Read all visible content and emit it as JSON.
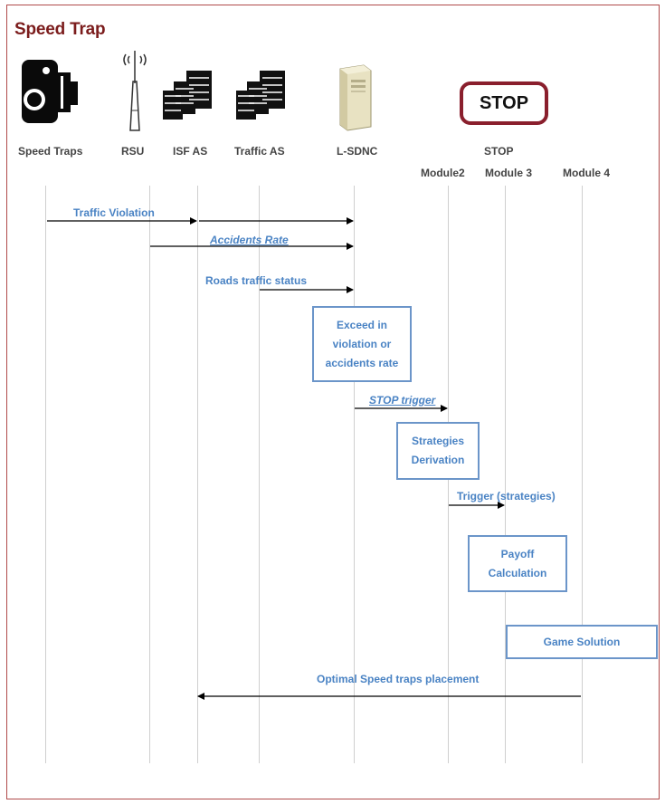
{
  "title": "Speed Trap",
  "stop_sign_text": "STOP",
  "entities": [
    {
      "label": "Speed Traps",
      "icon": "speed-camera-icon"
    },
    {
      "label": "RSU",
      "icon": "antenna-icon"
    },
    {
      "label": "ISF AS",
      "icon": "server-rack-icon"
    },
    {
      "label": "Traffic AS",
      "icon": "server-rack-icon"
    },
    {
      "label": "L-SDNC",
      "icon": "desktop-tower-icon"
    },
    {
      "label": "STOP",
      "icon": "stop-sign-icon"
    }
  ],
  "modules": [
    "Module2",
    "Module 3",
    "Module 4"
  ],
  "messages": [
    {
      "text": "Traffic Violation",
      "from": "Speed Traps",
      "to": "L-SDNC",
      "style": "normal"
    },
    {
      "text": "Accidents Rate",
      "from": "RSU",
      "to": "L-SDNC",
      "style": "italic-underline"
    },
    {
      "text": "Roads traffic status",
      "from": "Traffic AS",
      "to": "L-SDNC",
      "style": "normal"
    },
    {
      "text": "STOP trigger",
      "from": "L-SDNC",
      "to": "Module2",
      "style": "italic-underline"
    },
    {
      "text": "Trigger (strategies)",
      "from": "Module2",
      "to": "Module 3",
      "style": "normal"
    },
    {
      "text": "Optimal Speed traps placement",
      "from": "Module 4",
      "to": "ISF AS",
      "style": "normal"
    }
  ],
  "activities": [
    {
      "lines": [
        "Exceed in",
        "violation or",
        "accidents rate"
      ]
    },
    {
      "lines": [
        "Strategies",
        "Derivation"
      ]
    },
    {
      "lines": [
        "Payoff",
        "Calculation"
      ]
    },
    {
      "lines": [
        "Game Solution"
      ]
    }
  ],
  "colors": {
    "title": "#7b1c1c",
    "frame": "#b04a4a",
    "stop_border": "#8a1f2d",
    "message_text": "#4a83c4",
    "box_border": "#6b95c9",
    "lifeline": "#cfcfcf"
  }
}
